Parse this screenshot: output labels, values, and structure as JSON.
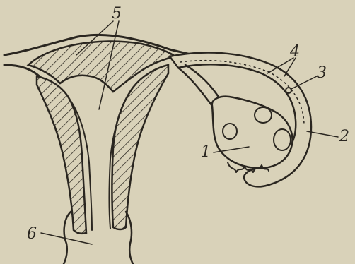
{
  "diagram": {
    "labels": {
      "ovary": "1",
      "oviduct": "2",
      "structure_3": "3",
      "structure_4": "4",
      "uterine_horn_body": "5",
      "vagina": "6"
    },
    "colors": {
      "paper": "#d9d2b9",
      "ink": "#2a2620"
    }
  }
}
